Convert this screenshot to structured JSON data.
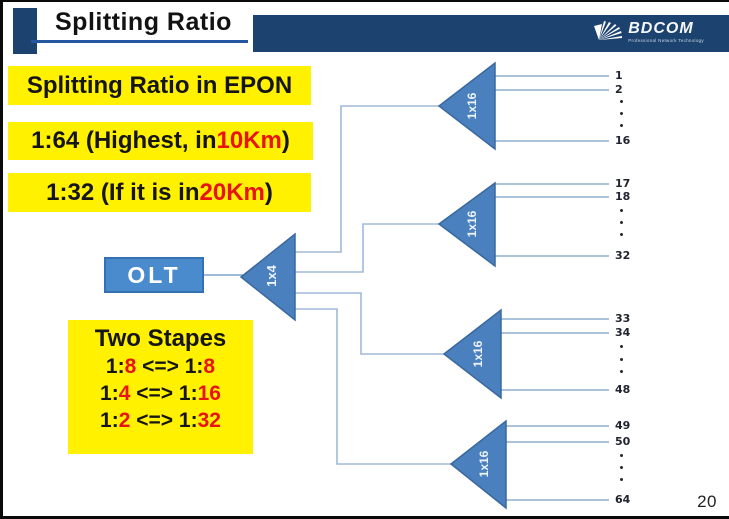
{
  "header": {
    "title": "Splitting Ratio",
    "logo": {
      "text": "BDCOM",
      "tagline": "Professional Network Technology"
    }
  },
  "info_boxes": {
    "epon": "Splitting Ratio in EPON",
    "ratio64": {
      "black": "1:64 (Highest, in ",
      "red": "10Km",
      "close": ")"
    },
    "ratio32": {
      "black": "1:32 (If it is in ",
      "red": "20Km",
      "close": ")"
    }
  },
  "two_stages": {
    "title": "Two Stapes",
    "rows": [
      {
        "p1": "1:",
        "r1": "8",
        "arrow": " <=> ",
        "p2": "1:",
        "r2": "8"
      },
      {
        "p1": "1:",
        "r1": "4",
        "arrow": " <=> ",
        "p2": "1:",
        "r2": "16"
      },
      {
        "p1": "1:",
        "r1": "2",
        "arrow": " <=> ",
        "p2": "1:",
        "r2": "32"
      }
    ]
  },
  "diagram": {
    "olt": "OLT",
    "stage1": "1x4",
    "splitters": [
      {
        "label": "1x16",
        "first": "1",
        "second": "2",
        "last": "16"
      },
      {
        "label": "1x16",
        "first": "17",
        "second": "18",
        "last": "32"
      },
      {
        "label": "1x16",
        "first": "33",
        "second": "34",
        "last": "48"
      },
      {
        "label": "1x16",
        "first": "49",
        "second": "50",
        "last": "64"
      }
    ]
  },
  "page_number": "20",
  "colors": {
    "navy": "#1c4370",
    "splitter_blue": "#4a80bd",
    "splitter_border": "#39689f",
    "connector": "#9fbbda",
    "output_line": "#8faecf",
    "yellow": "#fff100",
    "red": "#e81414",
    "underline_blue": "#2457a0"
  }
}
